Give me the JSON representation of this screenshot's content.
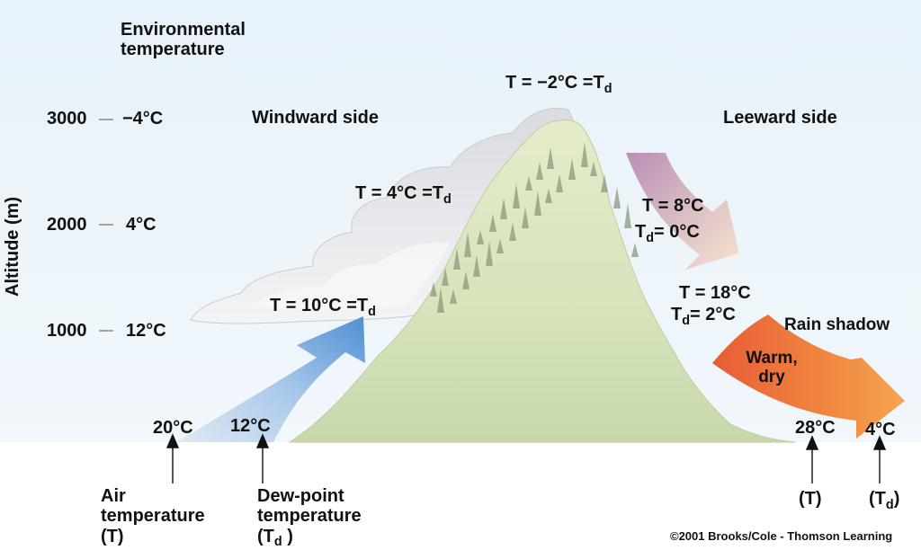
{
  "env_header": {
    "line1": "Environmental",
    "line2": "temperature"
  },
  "y_axis_label": "Altitude (m)",
  "altitude_ticks": [
    {
      "label": "3000",
      "env_temp": "−4°C"
    },
    {
      "label": "2000",
      "env_temp": "4°C"
    },
    {
      "label": "1000",
      "env_temp": "12°C"
    }
  ],
  "windward_label": "Windward side",
  "leeward_label": "Leeward side",
  "summit_T": "T = −2°C =T",
  "summit_sub": "d",
  "windward_mid": {
    "T": "T = 4°C =T",
    "sub": "d"
  },
  "windward_low": {
    "T": "T = 10°C =T",
    "sub": "d"
  },
  "lee_upper": {
    "T": "T = 8°C",
    "Td_prefix": "T",
    "Td_sub": "d",
    "Td_value": "= 0°C"
  },
  "lee_lower": {
    "T": "T = 18°C",
    "Td_prefix": "T",
    "Td_sub": "d",
    "Td_value": "= 2°C"
  },
  "rain_shadow": "Rain shadow",
  "warm_dry": {
    "line1": "Warm,",
    "line2": "dry"
  },
  "base_values": {
    "air_temp": "20°C",
    "dew_point": "12°C",
    "lee_T": "28°C",
    "lee_Td": "4°C"
  },
  "callouts": {
    "air": {
      "line1": "Air",
      "line2": "temperature",
      "line3": "(T)"
    },
    "dew": {
      "line1": "Dew-point",
      "line2": "temperature",
      "line3": "(T",
      "line3_sub": "d",
      "line3_end": " )"
    },
    "lee_T": "(T)",
    "lee_Td": {
      "open": "(T",
      "sub": "d",
      "close": ")"
    }
  },
  "copyright": "©2001 Brooks/Cole - Thomson Learning",
  "colors": {
    "sky": "#eef5fb",
    "mountain": "#d7e3bc",
    "cloud": "#e4e6ea",
    "rising_arrow": "#5b97d6",
    "descending_arrow_top": "#c3a0bf",
    "rain_shadow_arrow": "#ec6b3f"
  }
}
